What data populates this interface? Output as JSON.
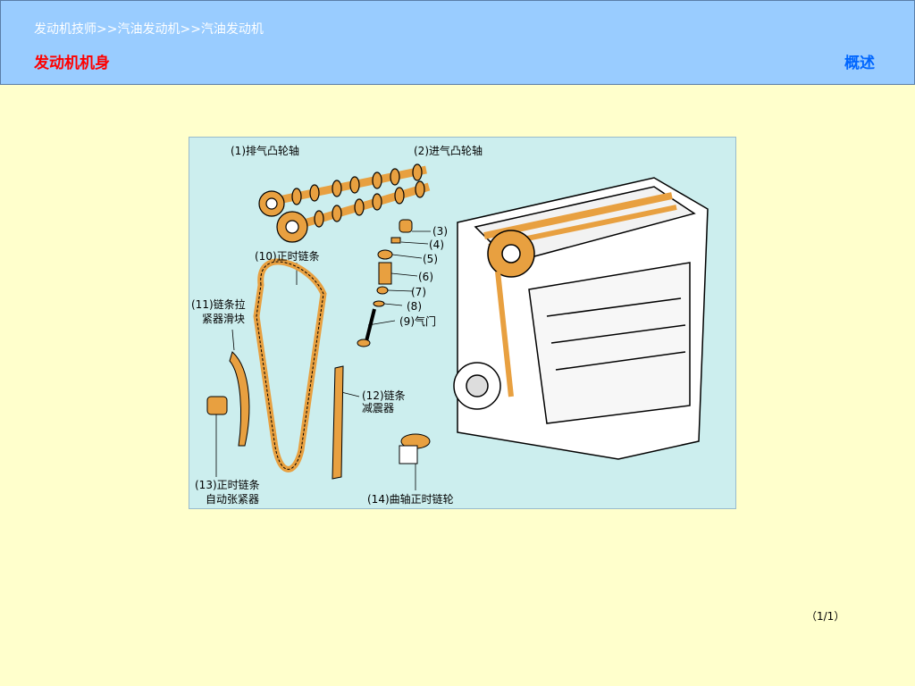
{
  "header": {
    "breadcrumb": "发动机技师>>汽油发动机>>汽油发动机",
    "section_title": "发动机机身",
    "overview_link": "概述"
  },
  "diagram": {
    "labels": {
      "l1": "(1)排气凸轮轴",
      "l2": "(2)进气凸轮轴",
      "l3": "(3)",
      "l4": "(4)",
      "l5": "(5)",
      "l6": "(6)",
      "l7": "(7)",
      "l8": "(8)",
      "l9": "(9)气门",
      "l10": "(10)正时链条",
      "l11a": "(11)链条拉",
      "l11b": "紧器滑块",
      "l12a": "(12)链条",
      "l12b": "减震器",
      "l13a": "(13)正时链条",
      "l13b": "自动张紧器",
      "l14": "(14)曲轴正时链轮"
    }
  },
  "footer": {
    "page_indicator": "（1/1）"
  },
  "colors": {
    "header_bg": "#99CCFF",
    "page_bg": "#FFFFCC",
    "figure_bg": "#CCEEEE",
    "part_orange": "#E8A040",
    "title_red": "#FF0000",
    "link_blue": "#0066FF"
  }
}
